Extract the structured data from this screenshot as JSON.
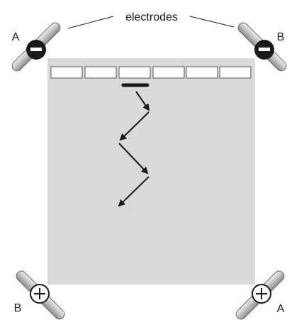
{
  "labels": {
    "electrodes": "electrodes",
    "top_left": "A",
    "top_right": "B",
    "bottom_left": "B",
    "bottom_right": "A"
  },
  "electrode_polarity": {
    "top_left": "negative",
    "top_right": "negative",
    "bottom_left": "positive",
    "bottom_right": "positive"
  },
  "gel": {
    "well_count": 6,
    "color": "#d9d9d9"
  },
  "colors": {
    "gel": "#d9d9d9",
    "line": "#1a1a1a",
    "rod": "#bdbdbd",
    "cap_negative": "#1a1a1a",
    "cap_positive": "#ffffff"
  },
  "icons": {
    "negative_cap": "minus-circle-icon",
    "positive_cap": "plus-circle-icon"
  }
}
